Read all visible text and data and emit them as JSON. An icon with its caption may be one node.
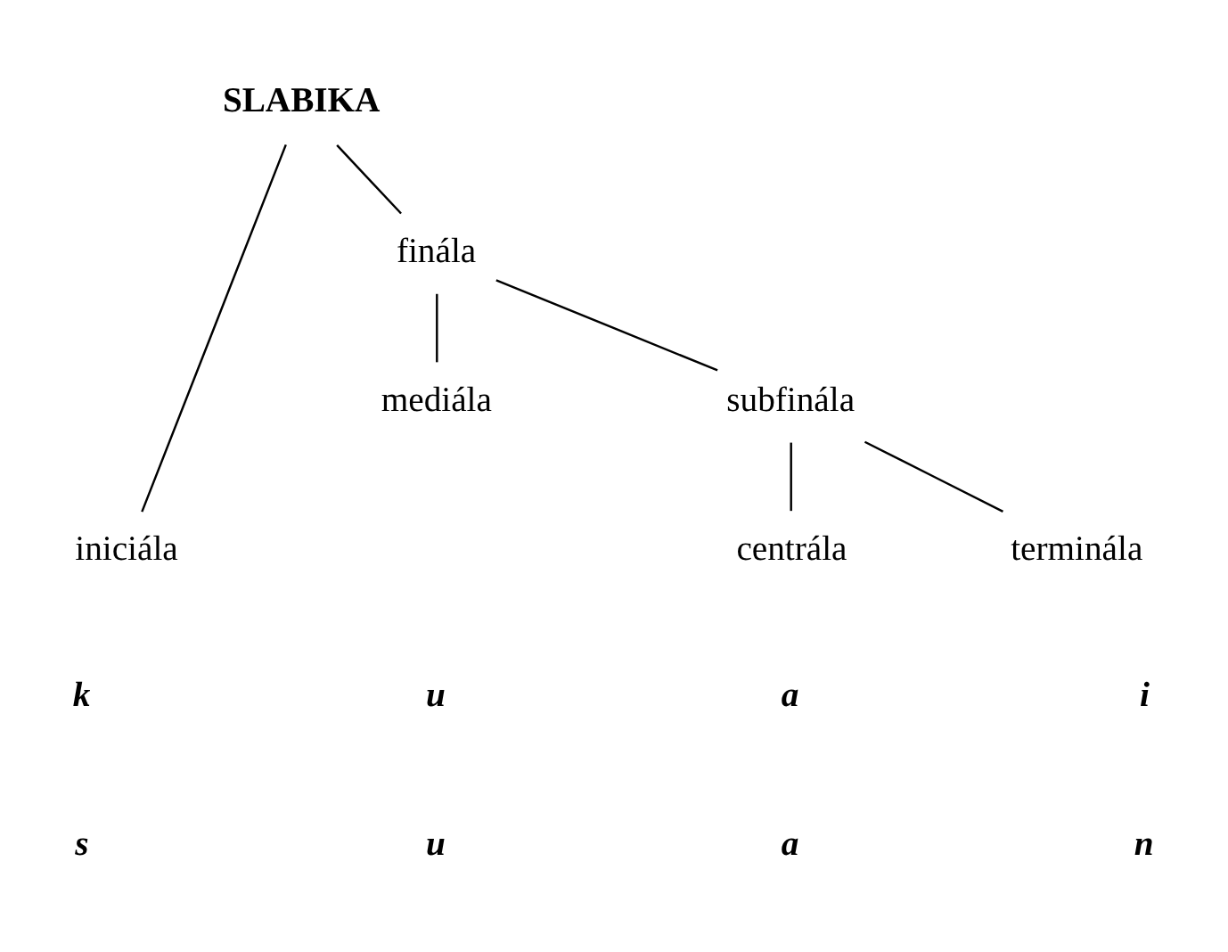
{
  "diagram": {
    "nodes": [
      {
        "text": [
          "SLABIKA"
        ]
      },
      {
        "text": [
          "iniciála"
        ]
      },
      {
        "text": [
          "finála"
        ]
      },
      {
        "text": [
          "mediála"
        ]
      },
      {
        "text": [
          "subfinála"
        ]
      },
      {
        "text": [
          "centrála"
        ]
      },
      {
        "text": [
          "terminála"
        ]
      }
    ],
    "edges": [
      {
        "from": 0,
        "to": 1,
        "arrow": "none"
      },
      {
        "from": 0,
        "to": 2,
        "arrow": "none"
      },
      {
        "from": 2,
        "to": 3,
        "arrow": "none"
      },
      {
        "from": 2,
        "to": 4,
        "arrow": "none"
      },
      {
        "from": 4,
        "to": 5,
        "arrow": "none"
      },
      {
        "from": 4,
        "to": 6,
        "arrow": "none"
      }
    ],
    "labels": [
      "k",
      "u",
      "a",
      "i",
      "s",
      "u",
      "a",
      "n"
    ]
  }
}
